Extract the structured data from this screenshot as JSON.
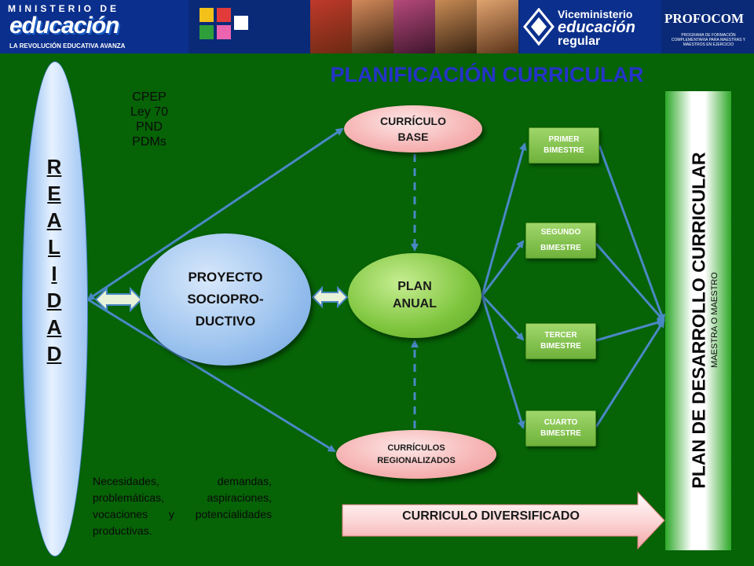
{
  "header": {
    "ministerio_title": "MINISTERIO DE",
    "ministerio_logo": "educación",
    "ministerio_sub": "LA REVOLUCIÓN EDUCATIVA AVANZA",
    "vice_line1": "Viceministerio",
    "vice_line2": "educación",
    "vice_line3": "regular",
    "profocom_title": "PROFOCOM",
    "profocom_sub": "PROGRAMA DE FORMACIÓN COMPLEMENTARIA PARA MAESTRAS Y MAESTROS EN EJERCICIO"
  },
  "title": "PLANIFICACIÓN CURRICULAR",
  "realidad_letters": [
    "R",
    "E",
    "A",
    "L",
    "I",
    "D",
    "A",
    "D"
  ],
  "cpep_lines": [
    "CPEP",
    "Ley 70",
    "PND",
    "PDMs"
  ],
  "nodes": {
    "proyecto_lines": [
      "PROYECTO",
      "SOCIOPRO-",
      "DUCTIVO"
    ],
    "plan_lines": [
      "PLAN",
      "ANUAL"
    ],
    "base_lines": [
      "CURRÍCULO",
      "BASE"
    ],
    "regional_lines": [
      "CURRÍCULOS",
      "REGIONALIZADOS"
    ]
  },
  "bimestres": [
    {
      "l1": "PRIMER",
      "l2": "BIMESTRE"
    },
    {
      "l1": "SEGUNDO",
      "l2": "BIMESTRE"
    },
    {
      "l1": "TERCER",
      "l2": "BIMESTRE"
    },
    {
      "l1": "CUARTO",
      "l2": "BIMESTRE"
    }
  ],
  "plan_desarrollo": "PLAN DE DESARROLLO CURRICULAR",
  "maestra": "MAESTRA O MAESTRO",
  "needs_text": "Necesidades, demandas, problemáticas, aspiraciones, vocaciones y potencialidades productivas.",
  "diversificado": "CURRICULO DIVERSIFICADO",
  "colors": {
    "background": "#066306",
    "title": "#2533c8",
    "connector": "#4a88c4",
    "header": "#0a2a78"
  }
}
